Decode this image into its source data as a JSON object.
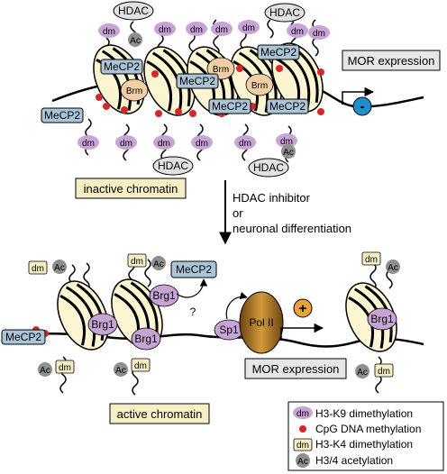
{
  "labels": {
    "hdac": "HDAC",
    "dm": "dm",
    "ac": "Ac",
    "mecp2": "MeCP2",
    "brm": "Brm",
    "brg1": "Brg1",
    "sp1": "Sp1",
    "pol2": "Pol II",
    "question": "?",
    "minus": "-",
    "plus": "+"
  },
  "top": {
    "expression_box": "MOR expression",
    "state_box": "inactive chromatin"
  },
  "arrow": {
    "line1": "HDAC inhibitor",
    "line2": "or",
    "line3": "neuronal differentiation"
  },
  "bottom": {
    "expression_box": "MOR expression",
    "state_box": "active chromatin"
  },
  "legend": {
    "k9": "H3-K9 dimethylation",
    "cpg": "CpG DNA methylation",
    "k4": "H3-K4 dimethylation",
    "acet": "H3/4 acetylation"
  },
  "colors": {
    "nucleosome": "#fbf5d2",
    "dm_k9": "#c7a4d6",
    "dm_k4": "#f6efc6",
    "acetyl": "#8f8f8f",
    "mecp2": "#a9c5d7",
    "brm": "#f0cfa6",
    "brg1": "#c7a4d6",
    "hdac": "#e2e2e2",
    "pol2": "#9c6a1e",
    "minus": "#1e8fca",
    "plus": "#e9a13b",
    "cpg": "#d62828"
  }
}
